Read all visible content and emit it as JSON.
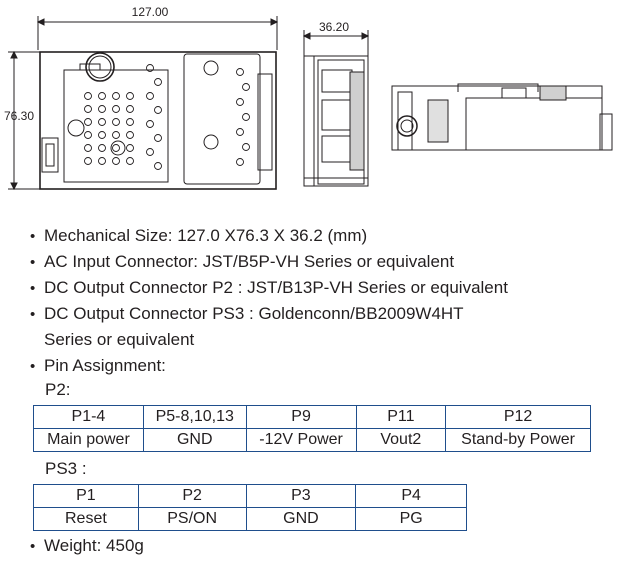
{
  "dimensions": {
    "width_label": "127.00",
    "height_label": "76.30",
    "depth_label": "36.20"
  },
  "bullets": [
    "Mechanical Size: 127.0 X76.3 X 36.2 (mm)",
    "AC Input Connector: JST/B5P-VH Series or equivalent",
    "DC Output Connector P2 : JST/B13P-VH Series or equivalent",
    "DC Output Connector PS3 : Goldenconn/BB2009W4HT",
    "Pin Assignment:"
  ],
  "bullet_continuation": "Series or equivalent",
  "p2": {
    "label": "P2:",
    "header": [
      "P1-4",
      "P5-8,10,13",
      "P9",
      "P11",
      "P12"
    ],
    "values": [
      "Main power",
      "GND",
      "-12V Power",
      "Vout2",
      "Stand-by Power"
    ]
  },
  "ps3": {
    "label": "PS3 :",
    "header": [
      "P1",
      "P2",
      "P3",
      "P4"
    ],
    "values": [
      "Reset",
      "PS/ON",
      "GND",
      "PG"
    ]
  },
  "weight": "Weight: 450g"
}
